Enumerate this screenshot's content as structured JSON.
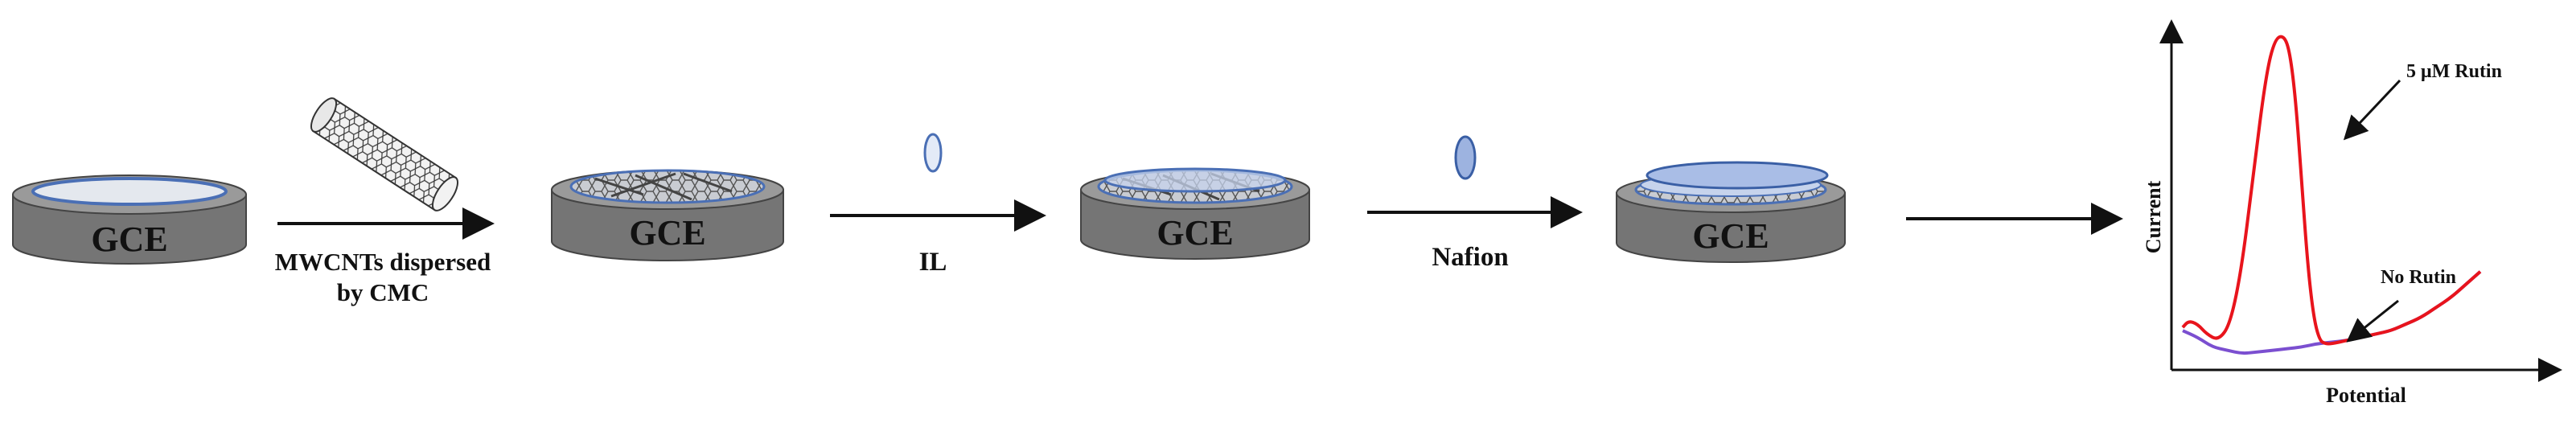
{
  "electrode_label": "GCE",
  "steps": [
    {
      "label_lines": [
        "MWCNTs dispersed",
        "by CMC"
      ]
    },
    {
      "label_lines": [
        "IL"
      ]
    },
    {
      "label_lines": [
        "Nafion"
      ]
    },
    {
      "label_lines": []
    }
  ],
  "colors": {
    "cylinder_side": "#757575",
    "cylinder_top": "#9a9a9a",
    "electrode_surface": "#d9dde3",
    "electrode_rim": "#4a6fb5",
    "il_drop": "#c6d3ec",
    "nafion_drop": "#9db3e0",
    "nafion_film": "#a9bde6",
    "arrow": "#111111"
  },
  "chart_data": {
    "type": "line",
    "xlabel": "Potential",
    "ylabel": "Current",
    "axis_ticks": false,
    "series": [
      {
        "name": "5 μM Rutin",
        "color": "#e8141c",
        "x": [
          0,
          0.02,
          0.05,
          0.08,
          0.12,
          0.16,
          0.2,
          0.24,
          0.28,
          0.31,
          0.34,
          0.36,
          0.38,
          0.4,
          0.42,
          0.44,
          0.46,
          0.48,
          0.5,
          0.55,
          0.6,
          0.65,
          0.7,
          0.75,
          0.8,
          0.85,
          0.9,
          0.95,
          1.0
        ],
        "y": [
          0.11,
          0.13,
          0.12,
          0.09,
          0.07,
          0.12,
          0.3,
          0.6,
          0.88,
          0.99,
          1.0,
          0.95,
          0.8,
          0.55,
          0.3,
          0.14,
          0.07,
          0.06,
          0.06,
          0.07,
          0.08,
          0.09,
          0.1,
          0.12,
          0.14,
          0.17,
          0.2,
          0.24,
          0.28
        ]
      },
      {
        "name": "No Rutin",
        "color": "#7b4fd0",
        "x": [
          0,
          0.05,
          0.1,
          0.15,
          0.2,
          0.25,
          0.3,
          0.35,
          0.4,
          0.45,
          0.5,
          0.55,
          0.6,
          0.65,
          0.7,
          0.75,
          0.8,
          0.85,
          0.9,
          0.95,
          1.0
        ],
        "y": [
          0.1,
          0.08,
          0.05,
          0.04,
          0.03,
          0.035,
          0.04,
          0.045,
          0.05,
          0.06,
          0.065,
          0.07,
          0.08,
          0.09,
          0.1,
          0.12,
          0.14,
          0.17,
          0.2,
          0.24,
          0.28
        ]
      }
    ],
    "annotations": [
      "5 μM Rutin",
      "No Rutin"
    ]
  }
}
